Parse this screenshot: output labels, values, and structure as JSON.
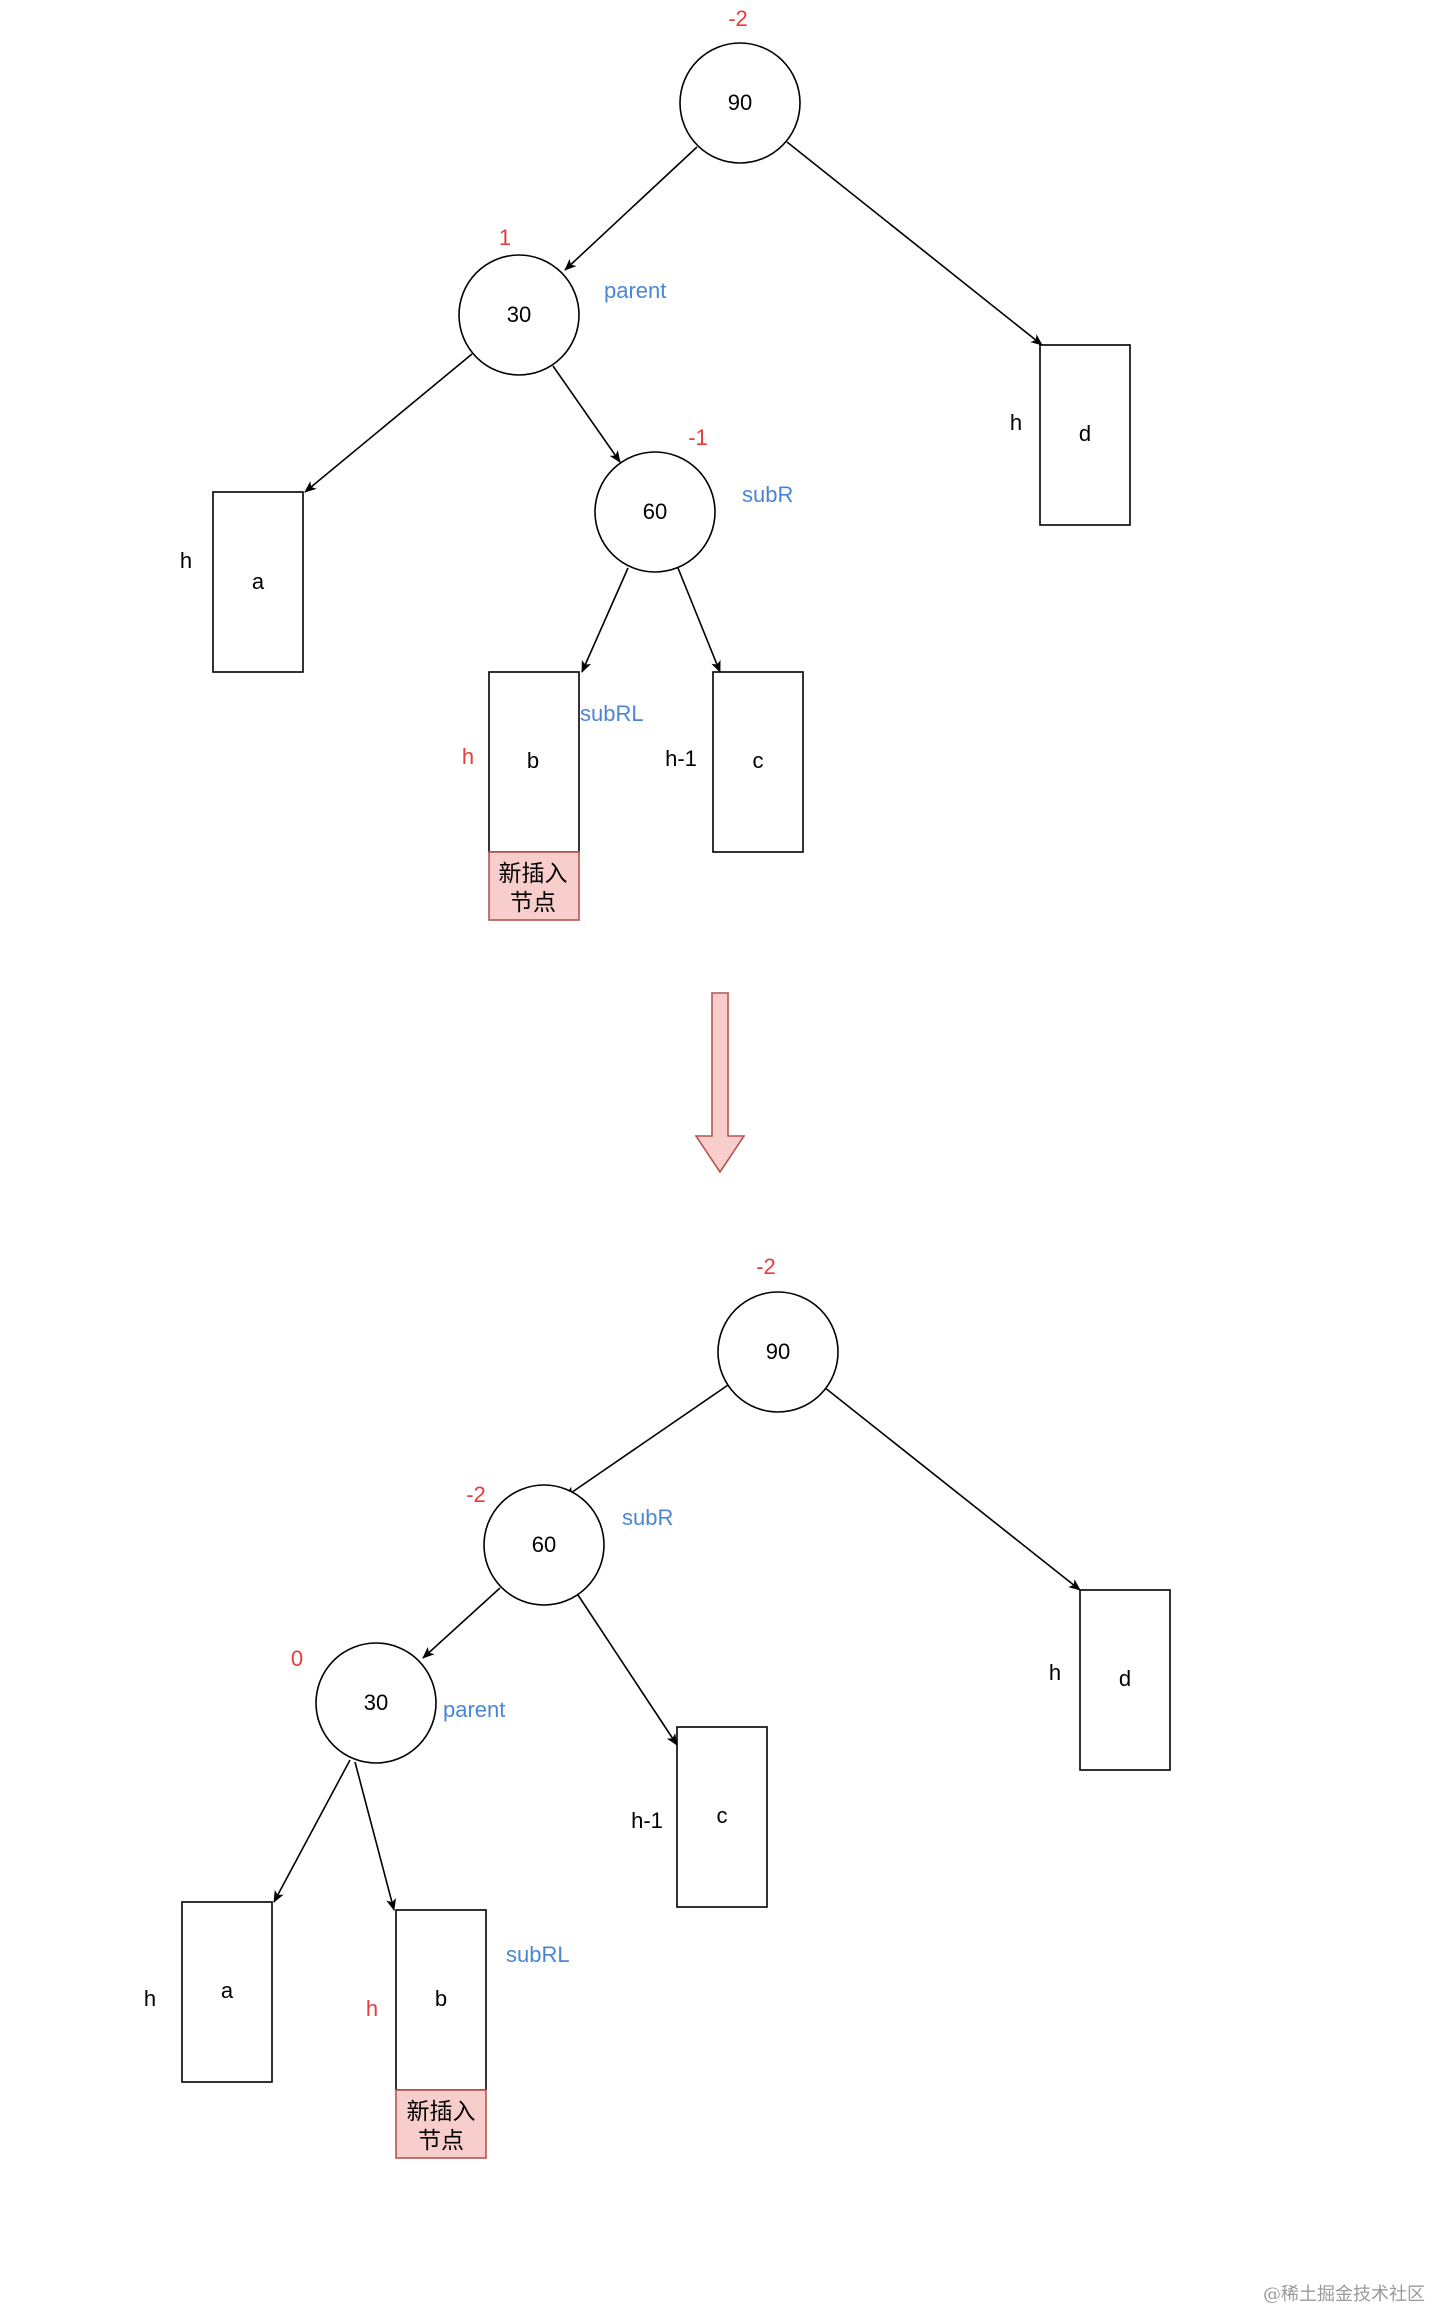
{
  "diagram_before": {
    "root": {
      "key": "90",
      "bf": "-2"
    },
    "parent": {
      "key": "30",
      "bf": "1",
      "role": "parent"
    },
    "subR": {
      "key": "60",
      "bf": "-1",
      "role": "subR"
    },
    "box_a": {
      "label": "a",
      "height_label": "h"
    },
    "box_b": {
      "label": "b",
      "height_label": "h",
      "role": "subRL"
    },
    "box_c": {
      "label": "c",
      "height_label": "h-1"
    },
    "box_d": {
      "label": "d",
      "height_label": "h"
    },
    "new_node": {
      "line1": "新插入",
      "line2": "节点"
    }
  },
  "diagram_after": {
    "root": {
      "key": "90",
      "bf": "-2"
    },
    "subR": {
      "key": "60",
      "bf": "-2",
      "role": "subR"
    },
    "parent": {
      "key": "30",
      "bf": "0",
      "role": "parent"
    },
    "box_a": {
      "label": "a",
      "height_label": "h"
    },
    "box_b": {
      "label": "b",
      "height_label": "h",
      "role": "subRL"
    },
    "box_c": {
      "label": "c",
      "height_label": "h-1"
    },
    "box_d": {
      "label": "d",
      "height_label": "h"
    },
    "new_node": {
      "line1": "新插入",
      "line2": "节点"
    }
  },
  "watermark": "@稀土掘金技术社区",
  "colors": {
    "balance_factor": "#e83b3b",
    "role_label": "#4a86d4",
    "new_node_fill": "#f8cecc",
    "new_node_border": "#b85450",
    "arrow_fill": "#f8cecc"
  }
}
